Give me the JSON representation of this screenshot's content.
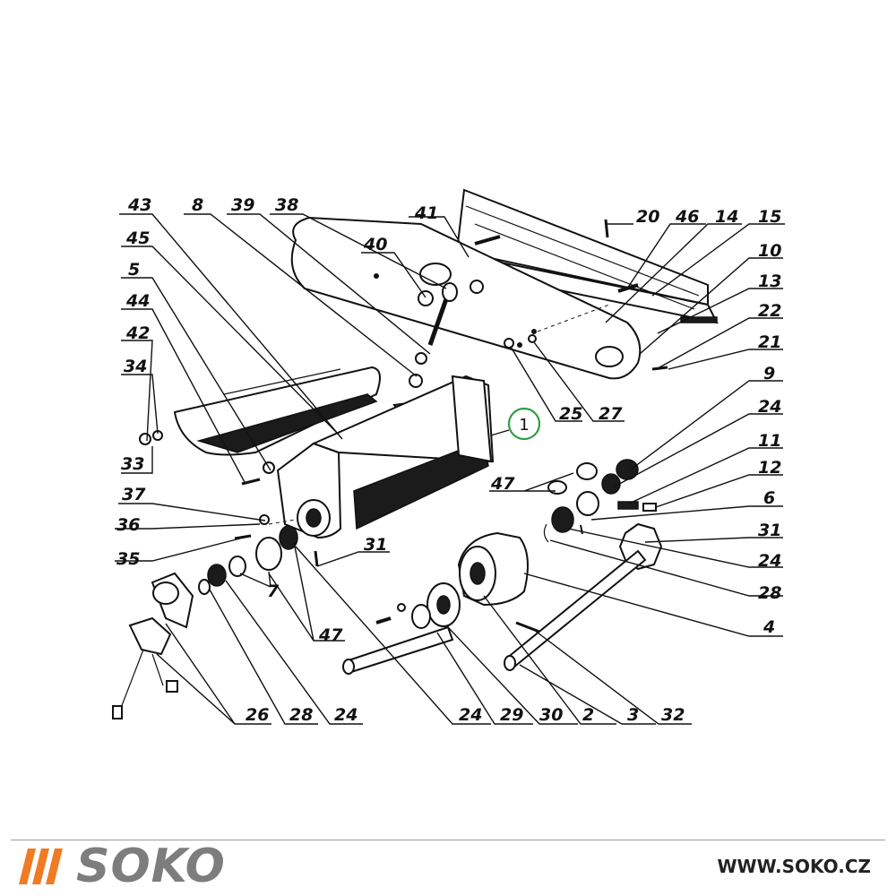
{
  "diagram": {
    "labels": {
      "l43": "43",
      "l8": "8",
      "l39": "39",
      "l38": "38",
      "l41": "41",
      "l20": "20",
      "l46": "46",
      "l14": "14",
      "l15": "15",
      "l10": "10",
      "l45": "45",
      "l40": "40",
      "l13": "13",
      "l5": "5",
      "l44": "44",
      "l22": "22",
      "l42": "42",
      "l21": "21",
      "l34": "34",
      "l9": "9",
      "l33": "33",
      "l25": "25",
      "l27": "27",
      "l24a": "24",
      "l11": "11",
      "l47a": "47",
      "l12": "12",
      "l37": "37",
      "l6": "6",
      "l36": "36",
      "l31a": "31",
      "l35": "35",
      "l31b": "31",
      "l24b": "24",
      "l7": "7",
      "l28a": "28",
      "l47b": "47",
      "l4": "4",
      "l26": "26",
      "l28b": "28",
      "l24c": "24",
      "l24d": "24",
      "l29": "29",
      "l30": "30",
      "l2": "2",
      "l3": "3",
      "l32": "32"
    },
    "callout": "1"
  },
  "footer": {
    "brand": "SOKO",
    "url": "WWW.SOKO.CZ",
    "accent_color": "#f07b22",
    "brand_color": "#7d7d7d"
  }
}
